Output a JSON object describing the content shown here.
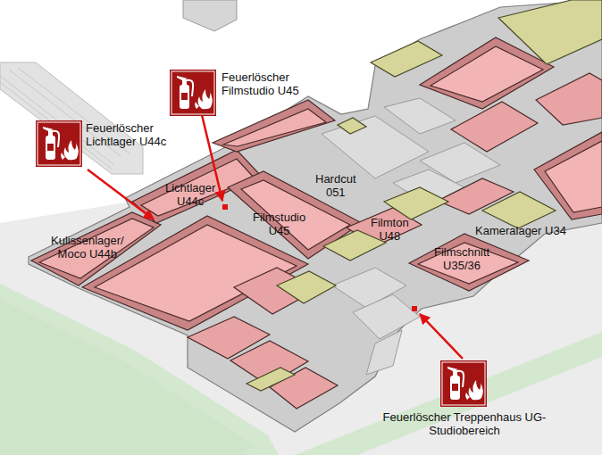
{
  "diagram": {
    "nodes": [
      {
        "text": [
          "Feuerlöscher Filmstudio U45"
        ]
      },
      {
        "text": [
          "Feuerlöscher Lichtlager U44c"
        ]
      },
      {
        "text": [
          "Lichtlager U44c"
        ]
      },
      {
        "text": [
          "Kulissenlager/ Moco U44b"
        ]
      },
      {
        "text": [
          "Hardcut 051"
        ]
      },
      {
        "text": [
          "Filmstudio U45"
        ]
      },
      {
        "text": [
          "Filmton U48"
        ]
      },
      {
        "text": [
          "Kameralager U34"
        ]
      },
      {
        "text": [
          "Filmschnitt U35/36"
        ]
      },
      {
        "text": [
          "Feuerlöscher Treppenhaus UG-Studiobereich"
        ]
      }
    ]
  }
}
